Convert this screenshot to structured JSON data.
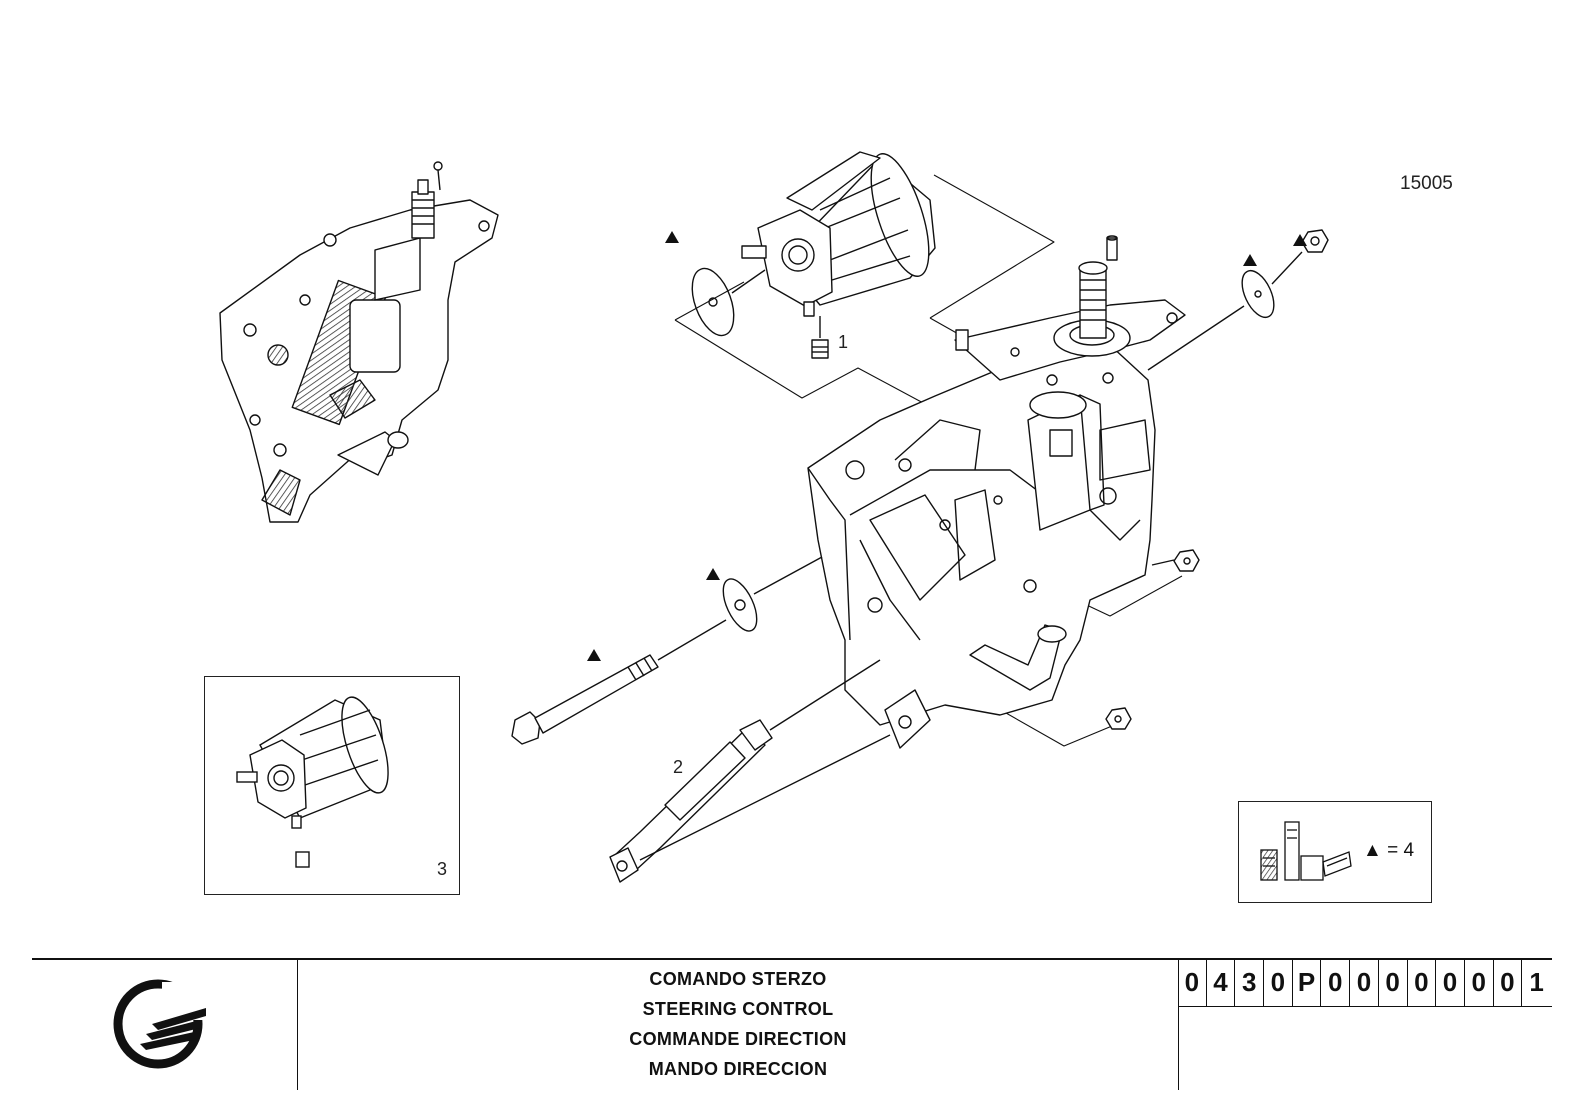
{
  "drawing": {
    "number": "15005",
    "reference_labels": [
      "1",
      "2",
      "3"
    ]
  },
  "legend": {
    "text": "▲ = 4",
    "icon": "torque-wrench-tool-icon"
  },
  "title_block": {
    "titles": [
      "COMANDO STERZO",
      "STEERING CONTROL",
      "COMMANDE DIRECTION",
      "MANDO DIRECCION"
    ],
    "code_chars": [
      "0",
      "4",
      "3",
      "0",
      "P",
      "0",
      "0",
      "0",
      "0",
      "0",
      "0",
      "0",
      "1"
    ],
    "logo": "manufacturer-logo-icon"
  }
}
